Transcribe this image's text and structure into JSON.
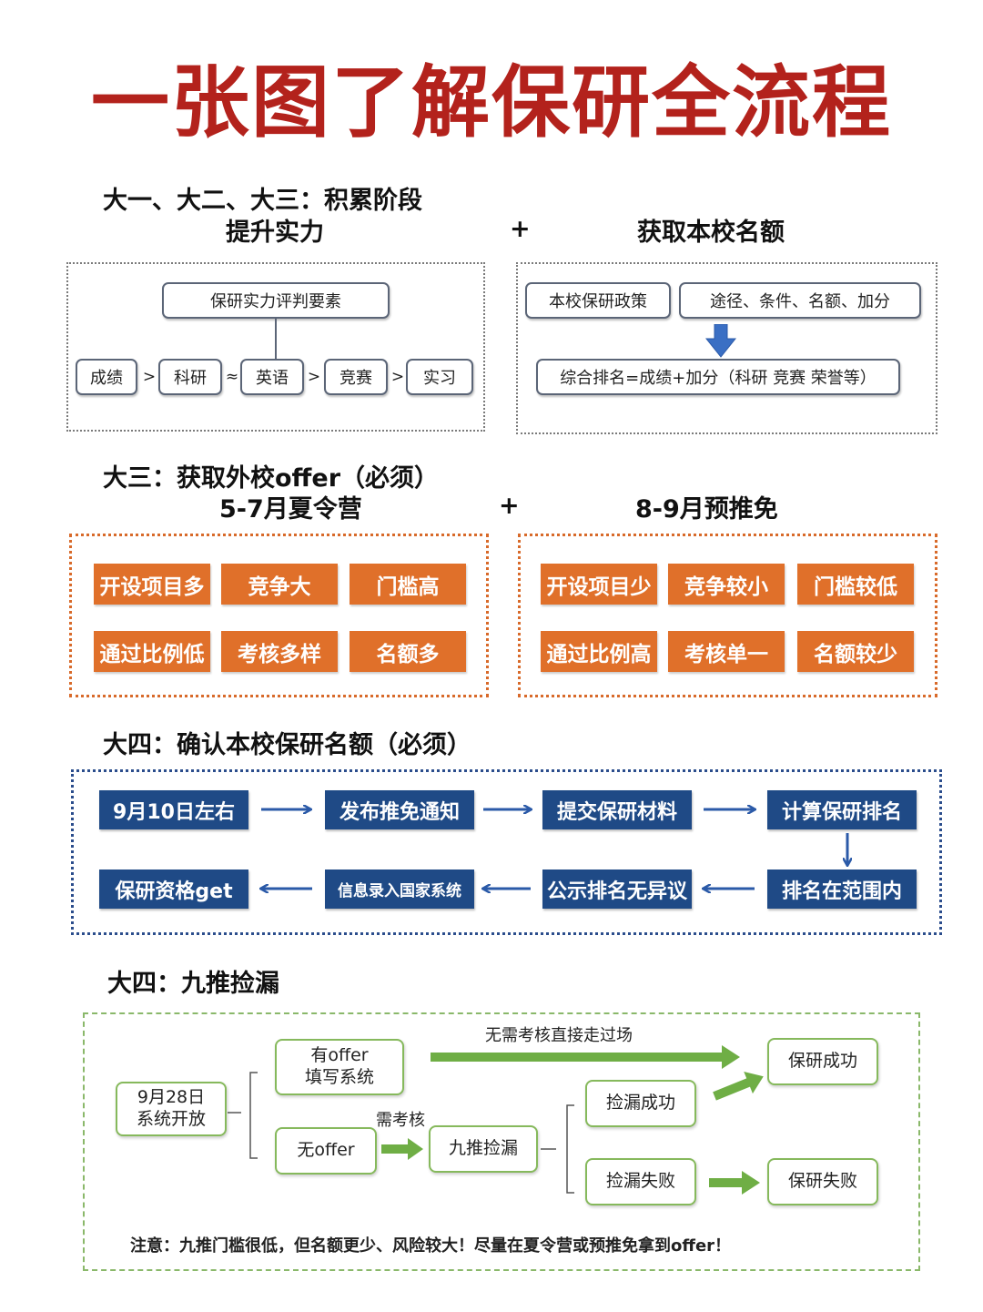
{
  "title": "一张图了解保研全流程",
  "section1": {
    "heading_left_line1": "大一、大二、大三：积累阶段",
    "heading_left_line2": "提升实力",
    "plus": "+",
    "heading_right": "获取本校名额",
    "left": {
      "top_box": "保研实力评判要素",
      "items": [
        "成绩",
        "科研",
        "英语",
        "竞赛",
        "实习"
      ],
      "ops": [
        ">",
        "≈",
        ">",
        ">"
      ]
    },
    "right": {
      "box1": "本校保研政策",
      "box2": "途径、条件、名额、加分",
      "formula": "综合排名=成绩+加分（科研 竞赛 荣誉等）"
    }
  },
  "section2": {
    "heading_left_line1": "大三：获取外校offer（必须）",
    "heading_left_line2": "5-7月夏令营",
    "plus": "+",
    "heading_right": "8-9月预推免",
    "left_tags": [
      "开设项目多",
      "竞争大",
      "门槛高",
      "通过比例低",
      "考核多样",
      "名额多"
    ],
    "right_tags": [
      "开设项目少",
      "竞争较小",
      "门槛较低",
      "通过比例高",
      "考核单一",
      "名额较少"
    ]
  },
  "section3": {
    "heading": "大四：确认本校保研名额（必须）",
    "row1": [
      "9月10日左右",
      "发布推免通知",
      "提交保研材料",
      "计算保研排名"
    ],
    "row2": [
      "保研资格get",
      "信息录入国家系统",
      "公示排名无异议",
      "排名在范围内"
    ]
  },
  "section4": {
    "heading": "大四：九推捡漏",
    "start_line1": "9月28日",
    "start_line2": "系统开放",
    "has_offer_line1": "有offer",
    "has_offer_line2": "填写系统",
    "no_offer": "无offer",
    "skip_label": "无需考核直接走过场",
    "exam_label": "需考核",
    "jiutui": "九推捡漏",
    "pick_success": "捡漏成功",
    "pick_fail": "捡漏失败",
    "result_success": "保研成功",
    "result_fail": "保研失败",
    "note": "注意：九推门槛很低，但名额更少、风险较大！尽量在夏令营或预推免拿到offer！"
  },
  "colors": {
    "title": "#b3221c",
    "orange": "#e0702a",
    "blue": "#1f4a86",
    "green": "#6fae45",
    "arrow_blue": "#3a6fc4"
  }
}
